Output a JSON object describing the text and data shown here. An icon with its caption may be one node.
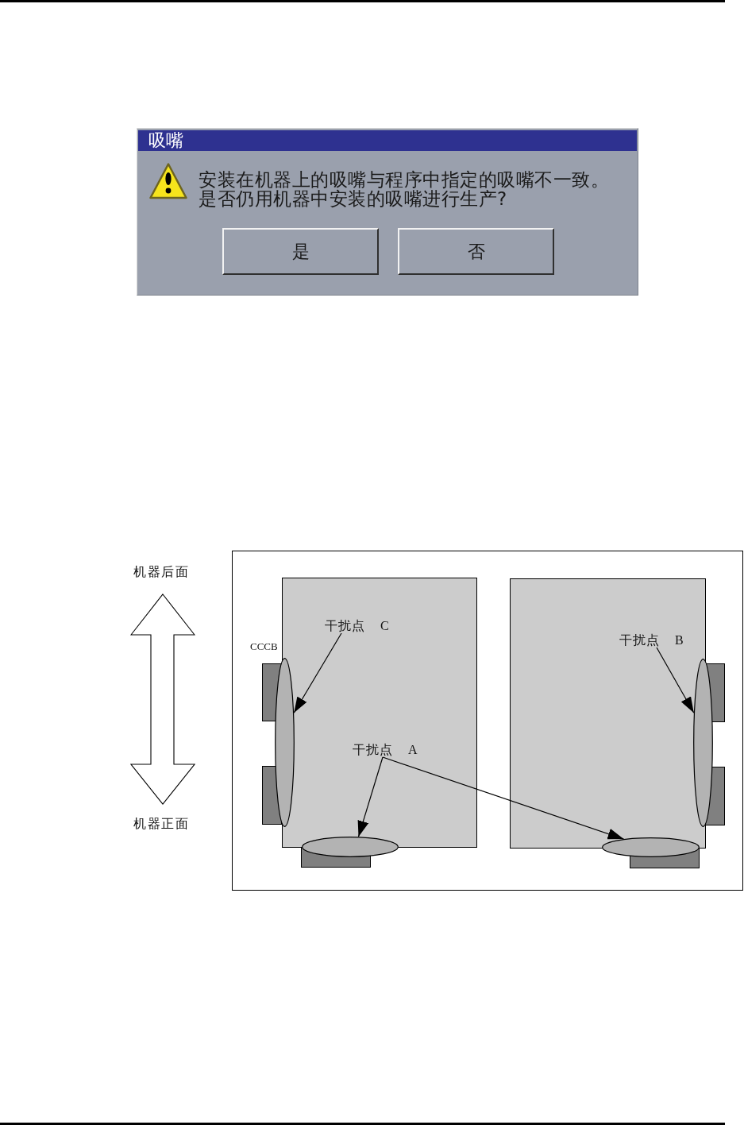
{
  "diagram": {
    "nodes": [
      {
        "text": [
          "吸嘴",
          "安装在机器上的吸嘴与程序中指定的吸嘴不一致。是否仍用机器中安装的吸嘴进行生产?"
        ]
      },
      {
        "text": [
          "是"
        ],
        "in": 0
      },
      {
        "text": [
          "否"
        ],
        "in": 0
      },
      {
        "text": [],
        "shape": "box"
      },
      {
        "text": [],
        "shape": "box",
        "in": 3
      },
      {
        "text": [],
        "shape": "box",
        "in": 3
      },
      {
        "text": [
          "干扰点 C"
        ],
        "in": 4
      },
      {
        "text": [
          "干扰点 B"
        ],
        "in": 5
      },
      {
        "text": [],
        "shape": "ellipse",
        "in": 3
      },
      {
        "text": [],
        "shape": "ellipse",
        "in": 3
      },
      {
        "text": [
          "干扰点 A"
        ],
        "in": 4
      },
      {
        "text": [],
        "shape": "ellipse",
        "in": 3
      },
      {
        "text": [],
        "shape": "ellipse",
        "in": 3
      }
    ],
    "edges": [
      {
        "from": 6,
        "to": 8,
        "arrow": "to"
      },
      {
        "from": 7,
        "to": 9,
        "arrow": "to"
      },
      {
        "from": 10,
        "to": 11,
        "arrow": "to"
      },
      {
        "from": 10,
        "to": 12,
        "arrow": "to"
      }
    ],
    "labels": [
      "机器后面",
      "CCCB",
      "机器正面"
    ]
  }
}
